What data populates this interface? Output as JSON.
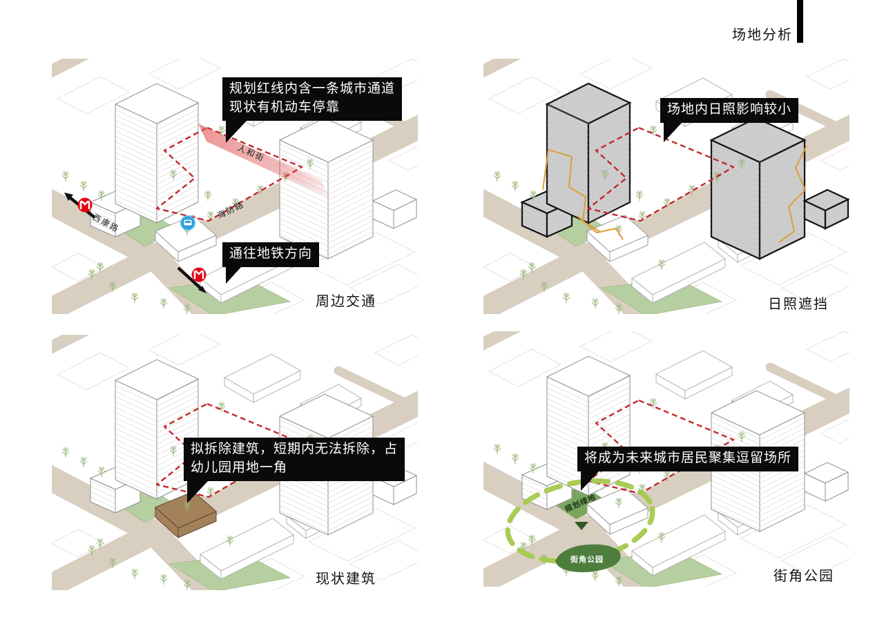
{
  "header": {
    "title": "场地分析"
  },
  "panels": {
    "traffic": {
      "caption": "周边交通",
      "callout_channel": {
        "line1": "规划红线内含一条城市通道",
        "line2": "现状有机动车停靠"
      },
      "callout_metro": {
        "line1": "通往地铁方向"
      },
      "streets": {
        "renhe": "人和街",
        "haifang": "海防路",
        "xikang": "西康路"
      },
      "icons": {
        "metro": "shanghai-metro-logo",
        "bus": "bus-stop",
        "arrows": "direction-arrows"
      }
    },
    "sunlight": {
      "caption": "日照遮挡",
      "callout": {
        "line1": "场地内日照影响较小"
      }
    },
    "existing": {
      "caption": "现状建筑",
      "callout": {
        "line1": "拟拆除建筑，短期内无法拆除，占",
        "line2": "幼儿园用地一角"
      }
    },
    "park": {
      "caption": "街角公园",
      "callout": {
        "line1": "将成为未来城市居民聚集逗留场所"
      },
      "labels": {
        "planned_green": "规划绿地",
        "corner_park": "街角公园"
      }
    }
  },
  "colors": {
    "site-red": "#c2272d",
    "band-pink": "#e05858",
    "metro-red": "#e60012",
    "bus-blue": "#2ba0d8",
    "road-beige": "#d9cfc0",
    "green-light": "#b6cfa0",
    "green-mid": "#79a75c",
    "park-green": "#4e7e3e",
    "lime-dash": "#a5c94d",
    "sun-orange": "#dd9f3c",
    "tower-gray": "#cdcdcd",
    "demolish-brown": "#a3815a",
    "callout-bg": "#0a0a0a",
    "ink": "#1a1a1a"
  }
}
